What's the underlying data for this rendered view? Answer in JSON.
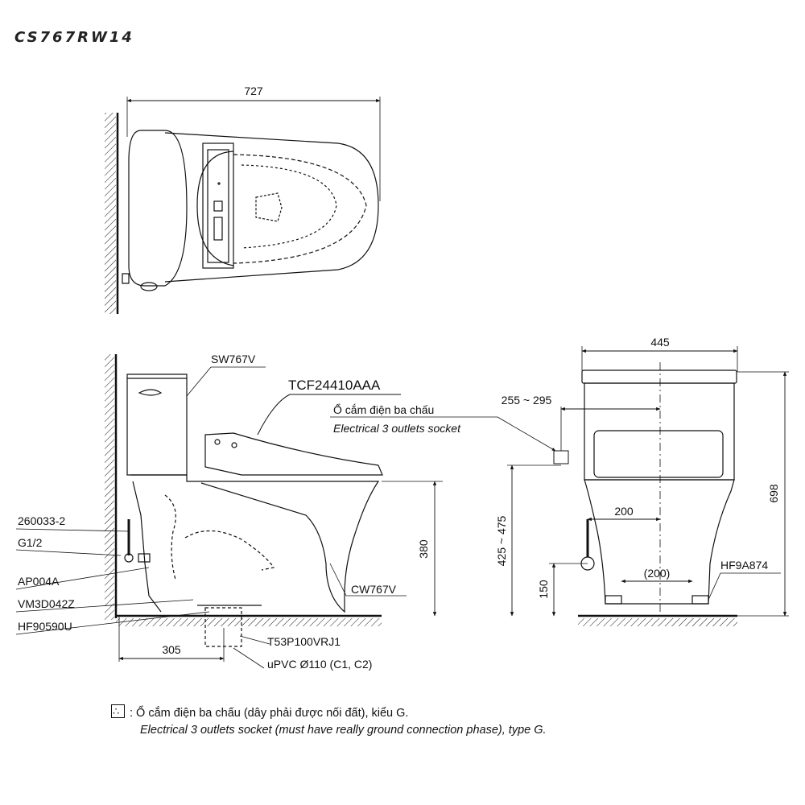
{
  "model_code": "CS767RW14",
  "top_view": {
    "width_label": "727"
  },
  "side_view": {
    "tank_label": "SW767V",
    "seat_label": "TCF24410AAA",
    "socket_vi": "Ổ cắm điện ba chấu",
    "socket_en": "Electrical 3 outlets socket",
    "part_260033": "260033-2",
    "part_g12": "G1/2",
    "part_ap004a": "AP004A",
    "part_vm3d": "VM3D042Z",
    "part_hf90590u": "HF90590U",
    "bowl_label": "CW767V",
    "height_label": "380",
    "rough_in_label": "305",
    "flange_label": "T53P100VRJ1",
    "pipe_label": "uPVC Ø110 (C1, C2)"
  },
  "front_view": {
    "width_label": "445",
    "socket_range_label": "255 ~ 295",
    "socket_height_label": "425 ~ 475",
    "offset_label": "200",
    "bolt_spacing_label": "(200)",
    "supply_height_label": "150",
    "total_height_label": "698",
    "bolt_part_label": "HF9A874"
  },
  "legend": {
    "vi": ": Ổ cắm điện ba chấu (dây phải được nối đất), kiểu G.",
    "en": "Electrical 3 outlets socket (must have really ground connection phase), type G."
  }
}
